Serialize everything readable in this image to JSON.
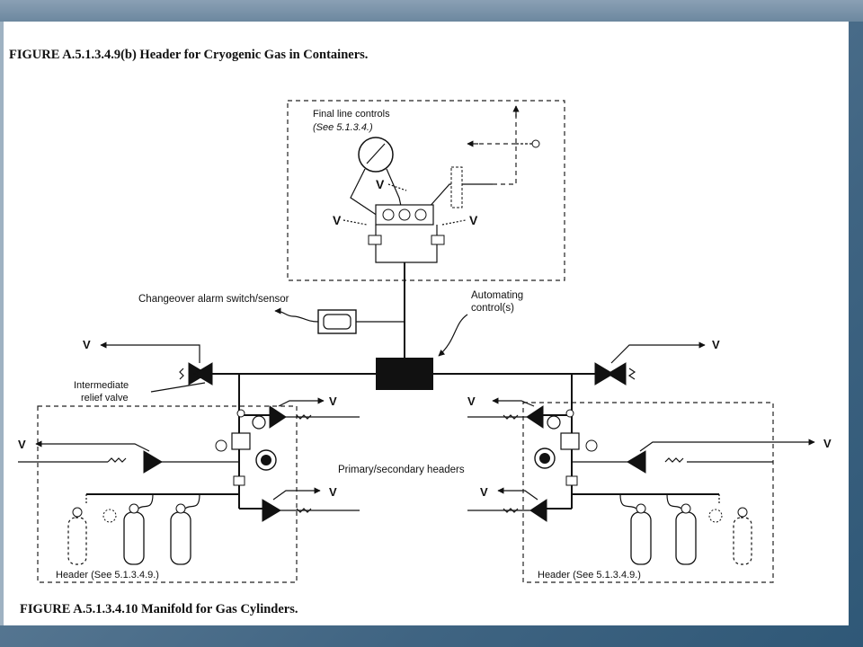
{
  "figures": {
    "top_caption": "FIGURE A.5.1.3.4.9(b)    Header for Cryogenic Gas in Containers.",
    "bottom_caption": "FIGURE A.5.1.3.4.10    Manifold for Gas Cylinders."
  },
  "labels": {
    "final_line_controls": "Final line controls",
    "final_line_controls_ref": "(See 5.1.3.4.)",
    "changeover_alarm": "Changeover alarm switch/sensor",
    "automating_control_1": "Automating",
    "automating_control_2": "control(s)",
    "intermediate_relief_1": "Intermediate",
    "intermediate_relief_2": "relief valve",
    "primary_secondary_headers": "Primary/secondary headers",
    "header_left": "Header (See 5.1.3.4.9.)",
    "header_right": "Header (See 5.1.3.4.9.)",
    "vent": "V"
  },
  "colors": {
    "slide_background": "#3f6482",
    "page": "#ffffff",
    "ink": "#111111"
  }
}
